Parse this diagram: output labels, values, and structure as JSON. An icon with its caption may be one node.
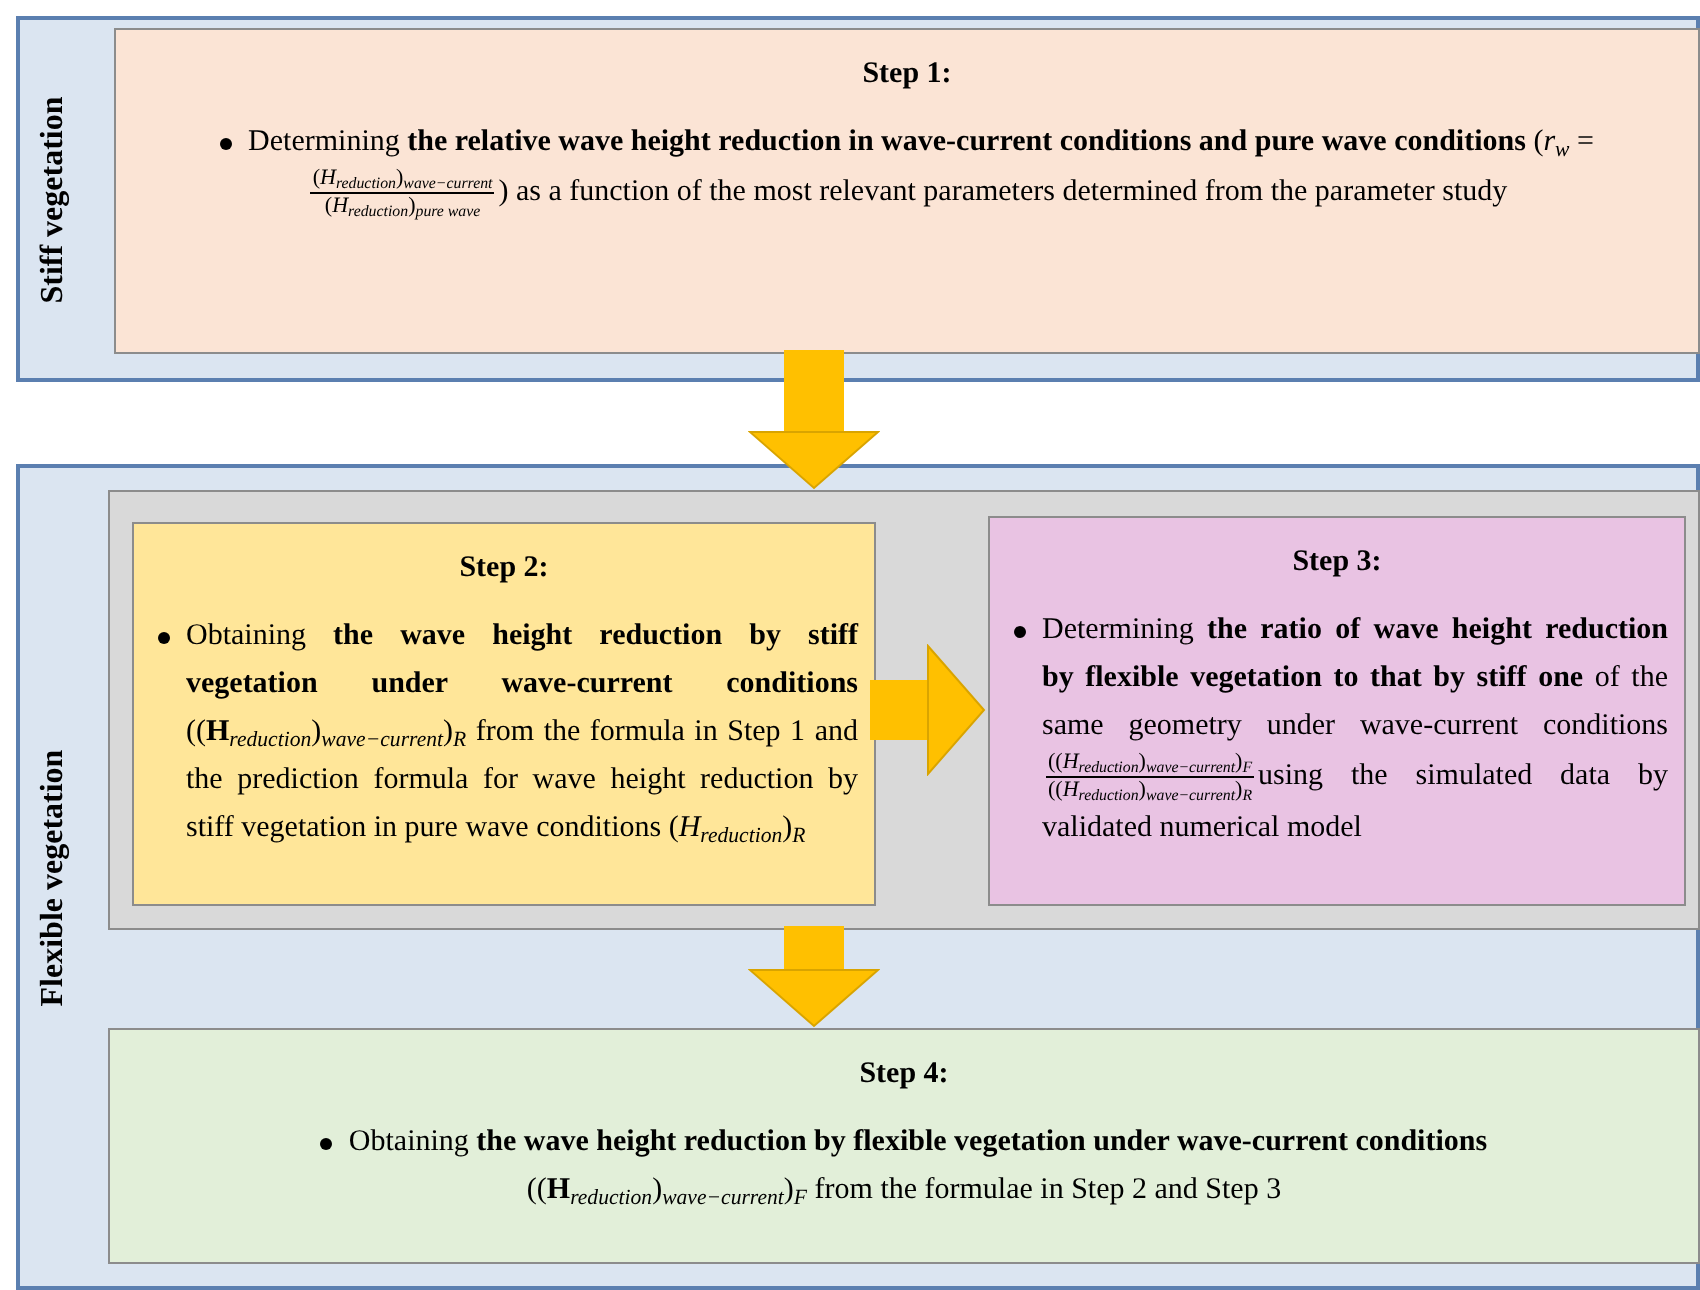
{
  "diagram": {
    "nodes": [
      {
        "text": [
          "Stiff vegetation"
        ]
      },
      {
        "text": [
          "Step 1:",
          "Determining **the relative wave height reduction in wave-current conditions and pure wave conditions** (*r*$_{w}$ =",
          "(*H*$_{reduction}$)$_{wave−current}$",
          "(*H*$_{reduction}$)$_{pure wave}$",
          ") as a function of the most relevant parameters determined from the parameter study"
        ],
        "in": 0
      },
      {
        "text": [
          "Flexible vegetation"
        ]
      },
      {
        "text": [],
        "shape": "box",
        "in": 2
      },
      {
        "text": [
          "Step 2:",
          "Obtaining **the wave height reduction by stiff vegetation under wave-current conditions** ((**H**$_{reduction}$)$_{wave−current}$)$_{R}$ from the formula in Step 1 and the prediction formula for wave height reduction by stiff vegetation in pure wave conditions (*H*$_{reduction}$)$_{R}$"
        ],
        "in": 3
      },
      {
        "text": [
          "Step 3:",
          "Determining **the ratio of wave height reduction by flexible vegetation to that by stiff one** of the same geometry under wave-current conditions",
          "((*H*$_{reduction}$)$_{wave−current}$)$_{F}$",
          "((*H*$_{reduction}$)$_{wave−current}$)$_{R}$",
          "using the simulated data by validated numerical model"
        ],
        "in": 3
      },
      {
        "text": [
          "Step 4:",
          "Obtaining **the wave height reduction by flexible vegetation under wave-current conditions** ((**H**$_{reduction}$)$_{wave−current}$)$_{F}$ from the formulae in Step 2 and Step 3"
        ],
        "in": 2
      }
    ],
    "edges": [
      {
        "from": 1,
        "to": 3,
        "arrow": "to"
      },
      {
        "from": 4,
        "to": 5,
        "arrow": "to"
      },
      {
        "from": 3,
        "to": 6,
        "arrow": "to"
      }
    ]
  }
}
